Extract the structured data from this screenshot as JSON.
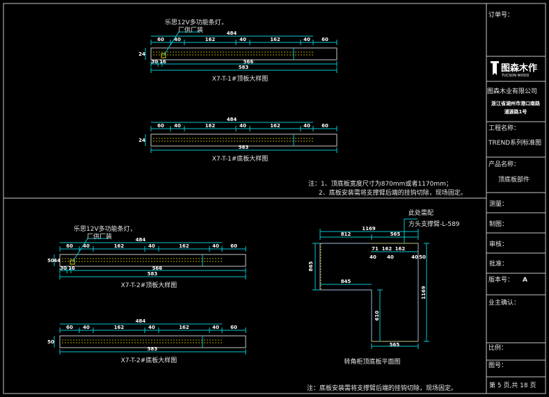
{
  "colors": {
    "background": "#000000",
    "dimension": "#00c8d2",
    "outline": "#c8c8c8",
    "hidden_line": "#b4a800"
  },
  "title_block": {
    "order_no_label": "订单号：",
    "logo_cn": "图森木作",
    "logo_en": "TUCSON WOOD",
    "company": "图森木业有限公司",
    "address_line1": "浙江省湖州市港口南路",
    "address_line2": "浦源路1号",
    "project_label": "工程名称：",
    "project_value": "TREND系列标准图",
    "product_label": "产品名称：",
    "product_value": "顶底板部件",
    "measure_label": "测量：",
    "drawing_label": "制图：",
    "review_label": "审核：",
    "approve_label": "批准：",
    "version_label": "版本号：",
    "version_value": "A",
    "owner_confirm_label": "业主确认：",
    "scale_label": "比例：",
    "drawing_no_label": "图号：",
    "page_info": "第 5 页,共 18 页"
  },
  "boards": [
    {
      "title": "X7-T-1#顶板大样图",
      "light_note_1": "乐思12V多功能条灯，",
      "light_note_2": "厂供厂装",
      "overall": "484",
      "segments": [
        "60",
        "40",
        "162",
        "40",
        "162",
        "40",
        "60"
      ],
      "bottom": [
        "30",
        "16",
        "566"
      ],
      "total": "583",
      "height": "24"
    },
    {
      "title": "X7-T-1#底板大样图",
      "overall": "484",
      "segments": [
        "60",
        "40",
        "162",
        "40",
        "162",
        "40",
        "60"
      ],
      "total": "583",
      "height": "24"
    },
    {
      "title": "X7-T-2#顶板大样图",
      "light_note_1": "乐思12V多功能条灯，",
      "light_note_2": "厂供厂装",
      "overall": "484",
      "segments": [
        "60",
        "40",
        "162",
        "40",
        "162",
        "40",
        "60"
      ],
      "bottom": [
        "30",
        "16",
        "566"
      ],
      "total": "583",
      "height": "50",
      "height2": "44"
    },
    {
      "title": "X7-T-2#底板大样图",
      "overall": "484",
      "segments": [
        "60",
        "40",
        "162",
        "40",
        "162",
        "40",
        "60"
      ],
      "total": "583",
      "height": "50"
    }
  ],
  "notes_top": {
    "line1": "注：1、顶底板宽度尺寸为870mm或者1170mm；",
    "line2": "2、底板安装需将支撑臂后端的挂钩切除，现场固定。"
  },
  "note_bottom": "注：底板安装需将支撑臂后端的挂钩切除，现场固定。",
  "plan": {
    "title": "转角柜顶底板平面图",
    "callout_1": "此处需配",
    "callout_2": "方头支撑臂-L-589",
    "dim_total_width": "1169",
    "dim_left": "812",
    "dim_right": "565",
    "dim_left_height": "865",
    "dim_right_height": "1169",
    "dim_inner": "845",
    "dim_leg": "610",
    "dim_bottom": "565",
    "dim_small": [
      "71",
      "162",
      "162",
      "40",
      "40",
      "40",
      "50"
    ]
  }
}
